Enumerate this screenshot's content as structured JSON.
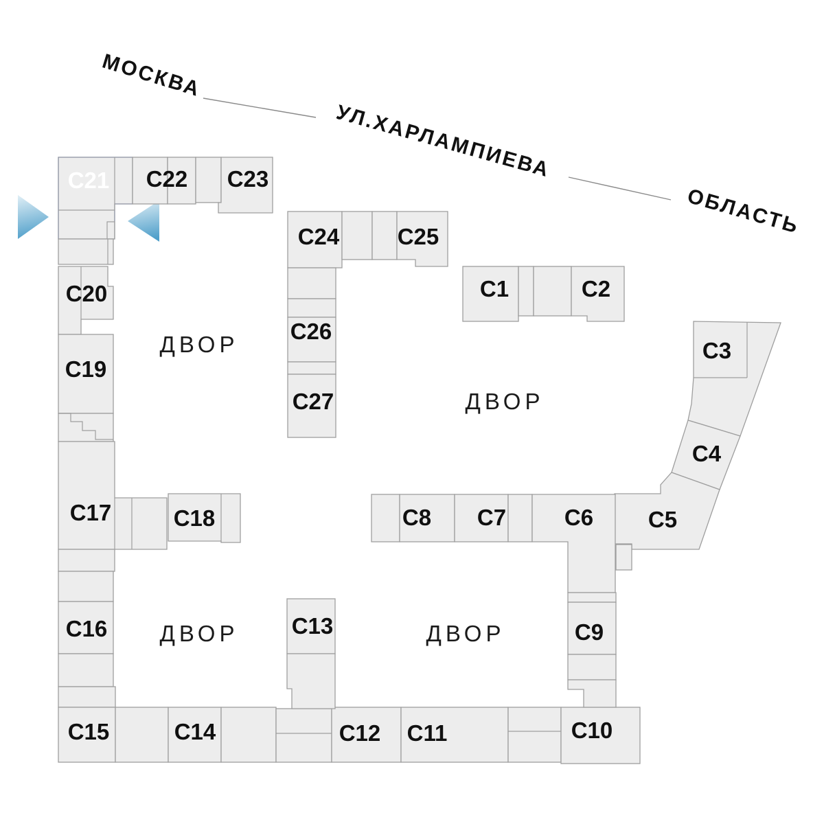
{
  "street": {
    "origin_label": "МОСКВА",
    "road_label": "УЛ.ХАРЛАМПИЕВА",
    "destination_label": "ОБЛАСТЬ"
  },
  "courtyard_label": "ДВОР",
  "selected_building": {
    "id": "С21",
    "fill": "#2d3a64",
    "label_color": "#ffffff",
    "arrow_gradient_light": "#ddedf5",
    "arrow_gradient_dark": "#4f9fca"
  },
  "map_colors": {
    "building_fill": "#ededed",
    "building_stroke": "#9e9e9e",
    "background": "#ffffff",
    "road_line": "#8a8a8a",
    "label_color": "#101010"
  },
  "buildings": {
    "c1": "С1",
    "c2": "С2",
    "c3": "С3",
    "c4": "С4",
    "c5": "С5",
    "c6": "С6",
    "c7": "С7",
    "c8": "С8",
    "c9": "С9",
    "c10": "С10",
    "c11": "С11",
    "c12": "С12",
    "c13": "С13",
    "c14": "С14",
    "c15": "С15",
    "c16": "С16",
    "c17": "С17",
    "c18": "С18",
    "c19": "С19",
    "c20": "С20",
    "c21": "С21",
    "c22": "С22",
    "c23": "С23",
    "c24": "С24",
    "c25": "С25",
    "c26": "С26",
    "c27": "С27"
  }
}
